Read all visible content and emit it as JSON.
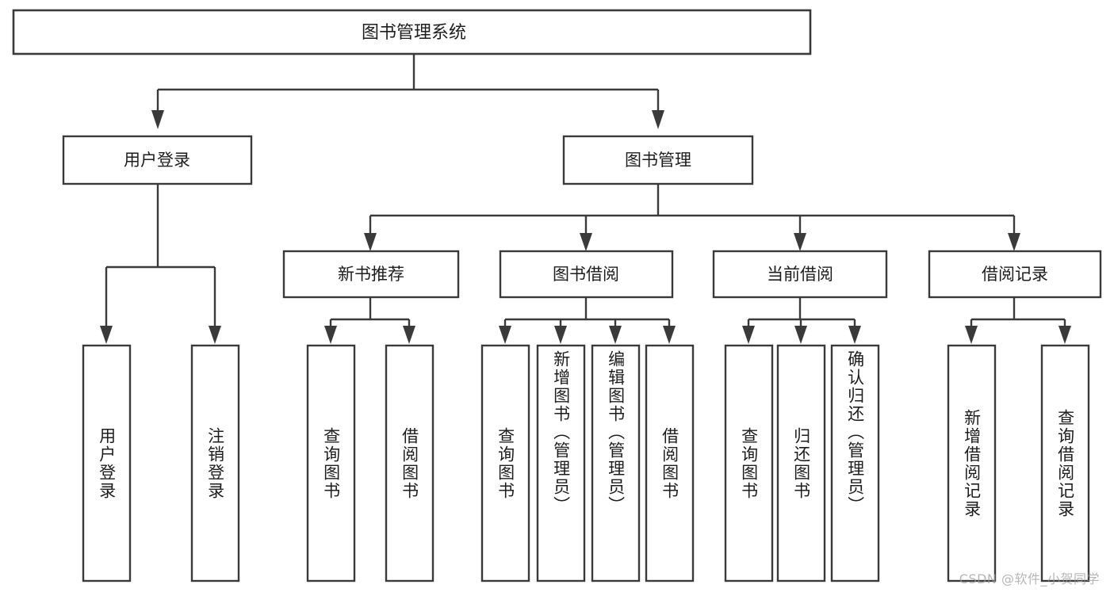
{
  "diagram": {
    "title": "图书管理系统",
    "type": "tree-hierarchy",
    "watermark": "CSDN @软件_小贺同学",
    "colors": {
      "stroke": "#3a3a3a",
      "box_fill": "#ffffff",
      "text": "#1d1d1d",
      "background": "#ffffff",
      "watermark": "#9a9a9a"
    },
    "root": {
      "label": "图书管理系统"
    },
    "level2": [
      {
        "label": "用户登录"
      },
      {
        "label": "图书管理"
      }
    ],
    "level3": [
      {
        "label": "新书推荐"
      },
      {
        "label": "图书借阅"
      },
      {
        "label": "当前借阅"
      },
      {
        "label": "借阅记录"
      }
    ],
    "leaves": {
      "user_login": [
        {
          "label": "用户登录"
        },
        {
          "label": "注销登录"
        }
      ],
      "new_book_recommend": [
        {
          "label": "查询图书"
        },
        {
          "label": "借阅图书"
        }
      ],
      "book_borrow": [
        {
          "label": "查询图书"
        },
        {
          "label": "新增图书（管理员）"
        },
        {
          "label": "编辑图书（管理员）"
        },
        {
          "label": "借阅图书"
        }
      ],
      "current_borrow": [
        {
          "label": "查询图书"
        },
        {
          "label": "归还图书"
        },
        {
          "label": "确认归还（管理员）"
        }
      ],
      "borrow_record": [
        {
          "label": "新增借阅记录"
        },
        {
          "label": "查询借阅记录"
        }
      ]
    }
  }
}
